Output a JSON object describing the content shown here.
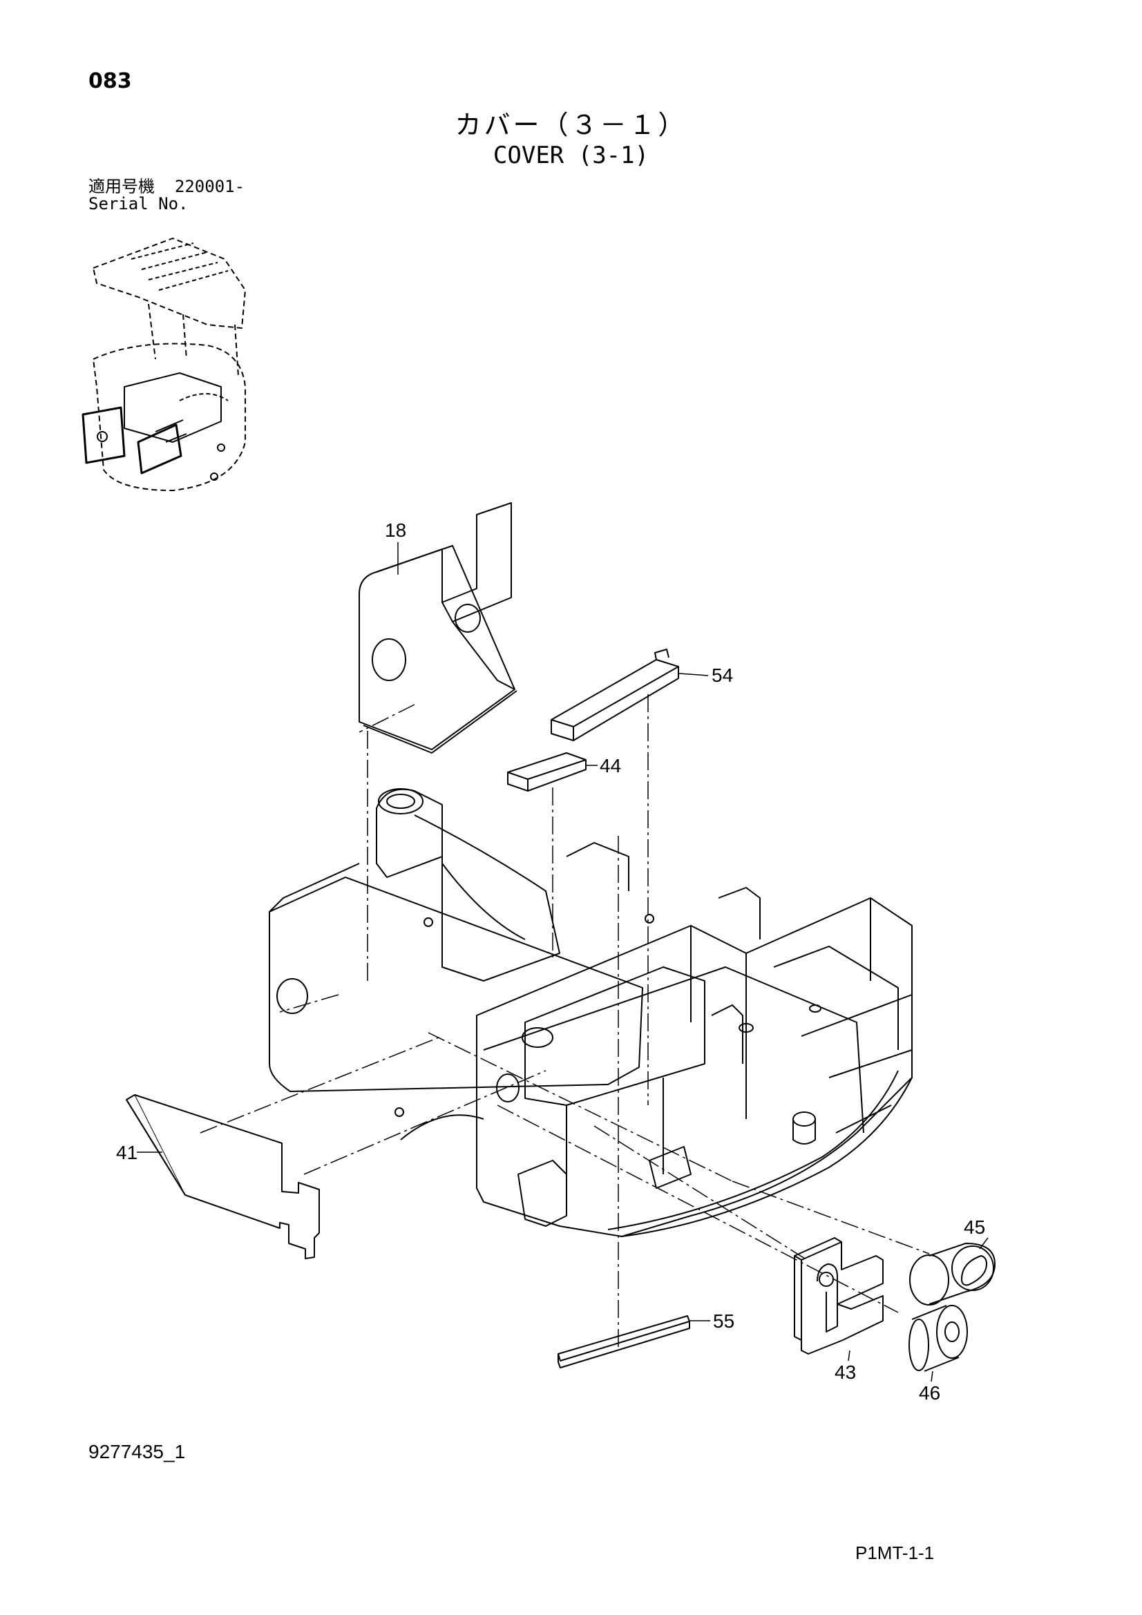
{
  "page_number": "083",
  "title_jp": "カバー（３－１）",
  "title_en": "COVER (3-1)",
  "serial": {
    "label_jp": "適用号機",
    "value": "220001-",
    "label_en": "Serial No."
  },
  "callouts": [
    {
      "id": "c18",
      "label": "18"
    },
    {
      "id": "c54",
      "label": "54"
    },
    {
      "id": "c44",
      "label": "44"
    },
    {
      "id": "c41",
      "label": "41"
    },
    {
      "id": "c45",
      "label": "45"
    },
    {
      "id": "c55",
      "label": "55"
    },
    {
      "id": "c43",
      "label": "43"
    },
    {
      "id": "c46",
      "label": "46"
    }
  ],
  "doc_id": "9277435_1",
  "ref_code": "P1MT-1-1"
}
